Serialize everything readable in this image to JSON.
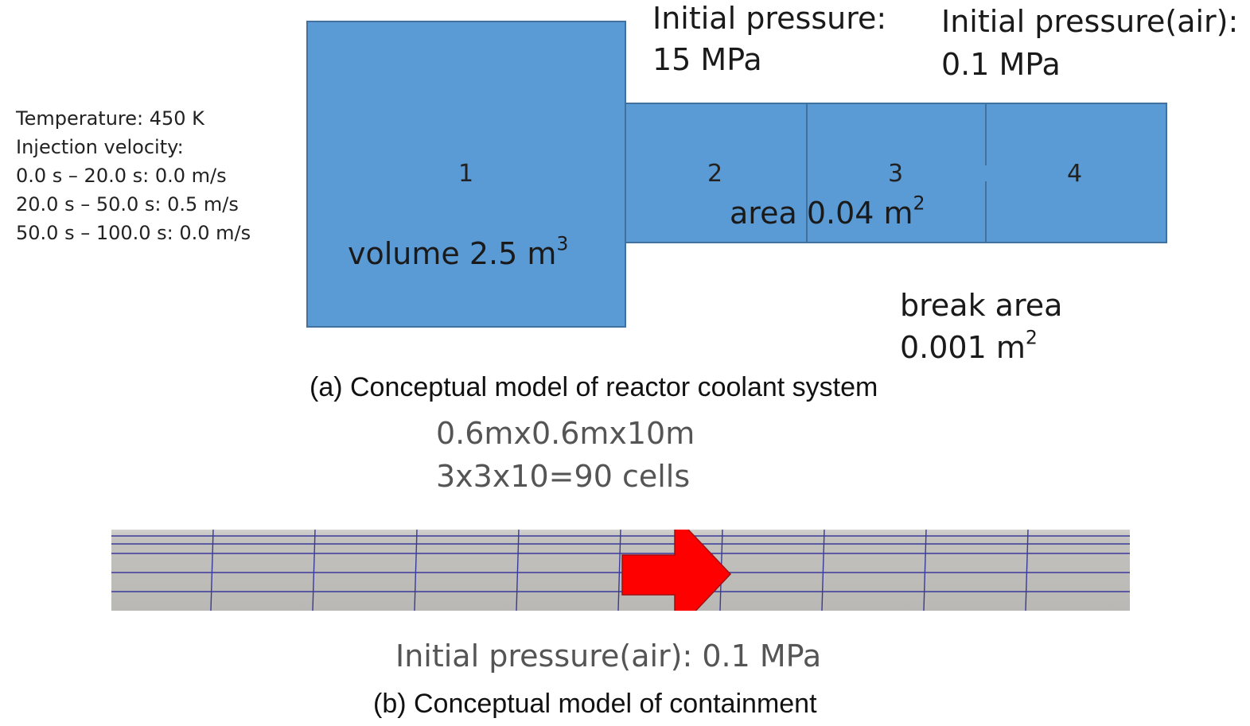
{
  "notes": {
    "temperature": "Temperature: 450 K",
    "injection_label": "Injection velocity:",
    "schedule": [
      "0.0 s – 20.0 s: 0.0 m/s",
      "20.0 s – 50.0 s: 0.5 m/s",
      "50.0 s – 100.0 s: 0.0 m/s"
    ]
  },
  "rcs": {
    "cells": [
      "1",
      "2",
      "3",
      "4"
    ],
    "volume_label": "volume 2.5 m",
    "volume_exp": "3",
    "area_label": "area 0.04 m",
    "area_exp": "2",
    "initial_pressure_label": "Initial pressure:",
    "initial_pressure_value": "15 MPa",
    "initial_pressure_air_label": "Initial pressure(air):",
    "initial_pressure_air_value": "0.1 MPa",
    "break_area_label": "break area",
    "break_area_value": "0.001 m",
    "break_area_exp": "2",
    "caption": "(a) Conceptual model of reactor coolant system",
    "box_color": "#5b9bd5"
  },
  "containment": {
    "dimensions": "0.6mx0.6mx10m",
    "cells": "3x3x10=90 cells",
    "initial_pressure": "Initial pressure(air): 0.1 MPa",
    "caption": "(b) Conceptual model of containment",
    "arrow_color": "#ff0000",
    "mesh_color": "#bdbcb8"
  }
}
